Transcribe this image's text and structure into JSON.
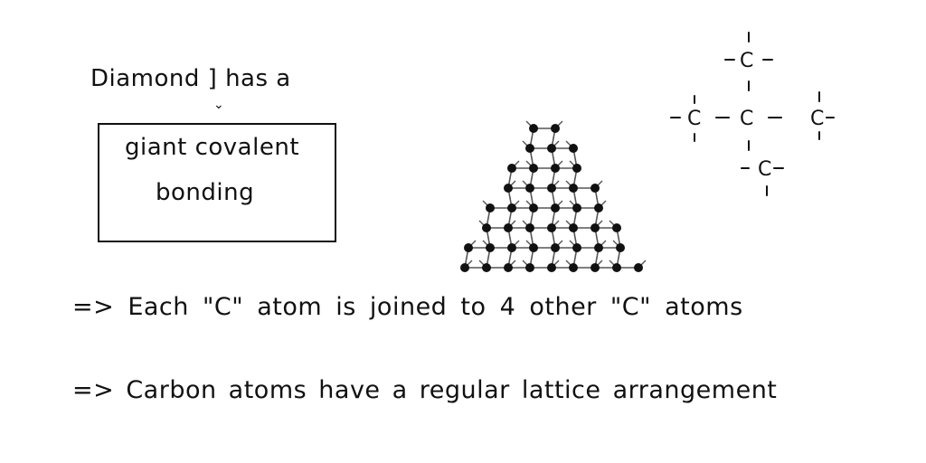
{
  "notes": {
    "title_line": "Diamond ] has a",
    "box_line1": "giant covalent",
    "box_line2": "bonding",
    "statement1": "=> Each \"C\" atom is joined to 4 other \"C\" atoms",
    "statement2": "=> Carbon atoms have a regular lattice arrangement"
  },
  "structure": {
    "atom_symbol": "C",
    "bond_symbol": "-"
  },
  "lattice": {
    "icon": "diamond-lattice-icon",
    "atom_color": "#111111",
    "bond_color": "#555555"
  }
}
